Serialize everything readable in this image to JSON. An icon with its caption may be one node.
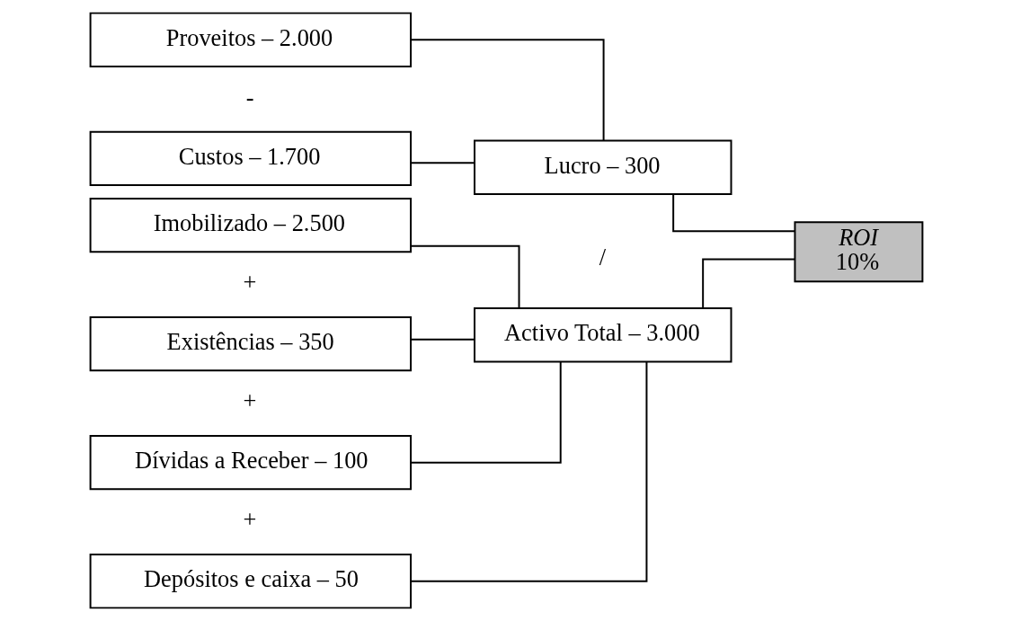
{
  "diagram": {
    "nodes": [
      {
        "text": [
          "Proveitos – 2.000"
        ]
      },
      {
        "text": [
          "Custos – 1.700"
        ]
      },
      {
        "text": [
          "Lucro – 300"
        ]
      },
      {
        "text": [
          "Imobilizado – 2.500"
        ]
      },
      {
        "text": [
          "Existências – 350"
        ]
      },
      {
        "text": [
          "Dívidas a Receber – 100"
        ]
      },
      {
        "text": [
          "Depósitos e caixa – 50"
        ]
      },
      {
        "text": [
          "Activo Total – 3.000"
        ]
      },
      {
        "text": [
          "ROI",
          "10%"
        ]
      }
    ],
    "edges": [
      {
        "from": 0,
        "to": 2,
        "arrow": "none"
      },
      {
        "from": 1,
        "to": 2,
        "arrow": "none"
      },
      {
        "from": 3,
        "to": 7,
        "arrow": "none"
      },
      {
        "from": 4,
        "to": 7,
        "arrow": "none"
      },
      {
        "from": 5,
        "to": 7,
        "arrow": "none"
      },
      {
        "from": 6,
        "to": 7,
        "arrow": "none"
      },
      {
        "from": 2,
        "to": 8,
        "arrow": "none"
      },
      {
        "from": 7,
        "to": 8,
        "arrow": "none"
      }
    ],
    "labels": [
      "-",
      "+",
      "+",
      "+",
      "/"
    ]
  }
}
